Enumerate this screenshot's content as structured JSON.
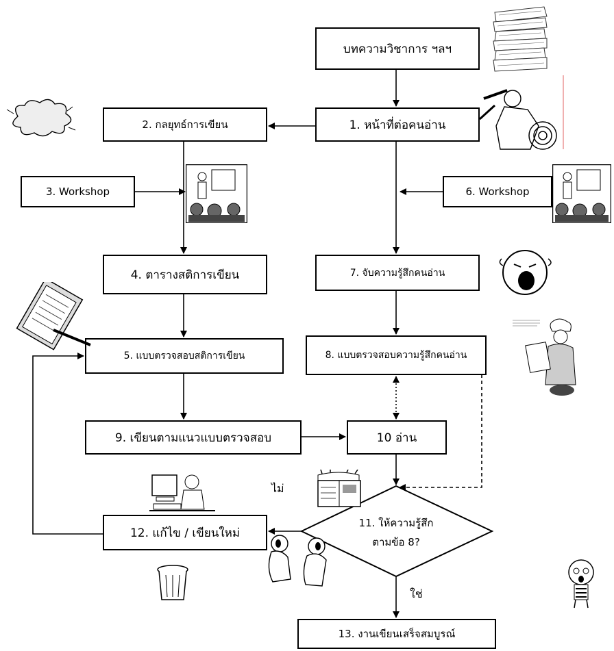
{
  "nodes": {
    "source": "บทความวิชาการ ฯลฯ",
    "n1": "1. หน้าที่ต่อคนอ่าน",
    "n2": "2. กลยุทธ์การเขียน",
    "n3": "3. Workshop",
    "n4": "4. ตารางสติการเขียน",
    "n5": "5. แบบตรวจสอบสติการเขียน",
    "n6": "6. Workshop",
    "n7": "7. จับความรู้สึกคนอ่าน",
    "n8": "8. แบบตรวจสอบความรู้สึกคนอ่าน",
    "n9": "9. เขียนตามแนวแบบตรวจสอบ",
    "n10": "10 อ่าน",
    "n11_line1": "11. ให้ความรู้สึก",
    "n11_line2": "ตามข้อ 8?",
    "n12": "12. แก้ไข / เขียนใหม่",
    "n13": "13. งานเขียนเสร็จสมบูรณ์"
  },
  "labels": {
    "no": "ไม่",
    "yes": "ใช่"
  },
  "illustrations": [
    "paper-stack-icon",
    "shooter-target-icon",
    "explosion-icon",
    "presentation-icon",
    "presentation-icon",
    "crying-face-icon",
    "clipboard-checklist-icon",
    "chef-clipboard-icon",
    "computer-user-icon",
    "reader-newspaper-icon",
    "trash-bin-icon",
    "fighting-figures-icon",
    "shocked-boy-icon"
  ]
}
